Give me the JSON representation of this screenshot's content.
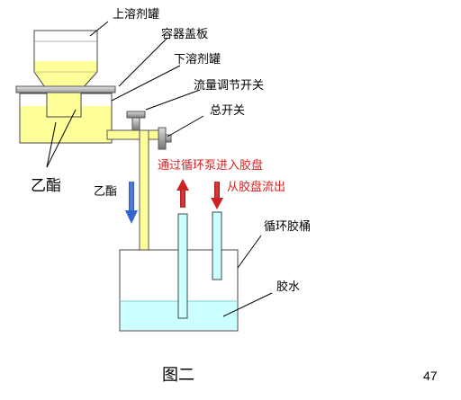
{
  "labels": {
    "upper_tank": "上溶剂罐",
    "lid_plate": "容器盖板",
    "lower_tank": "下溶剂罐",
    "flow_switch": "流量调节开关",
    "main_switch": "总开关",
    "pump_in": "通过循环泵进入胶盘",
    "flow_out": "从胶盘流出",
    "ethyl_ester_left": "乙酯",
    "ethyl_ester_arrow": "乙酯",
    "circulation_tank": "循环胶桶",
    "glue": "胶水"
  },
  "caption": "图二",
  "page_number": "47",
  "colors": {
    "tank_fill": "#ffff99",
    "tank_stroke": "#444444",
    "lid_gray": "#c0c0c0",
    "glue_cyan": "#ccffff",
    "tube_cyan": "#ccffff",
    "arrow_blue": "#3366cc",
    "arrow_red": "#cc2222",
    "label_red": "#e02020"
  }
}
